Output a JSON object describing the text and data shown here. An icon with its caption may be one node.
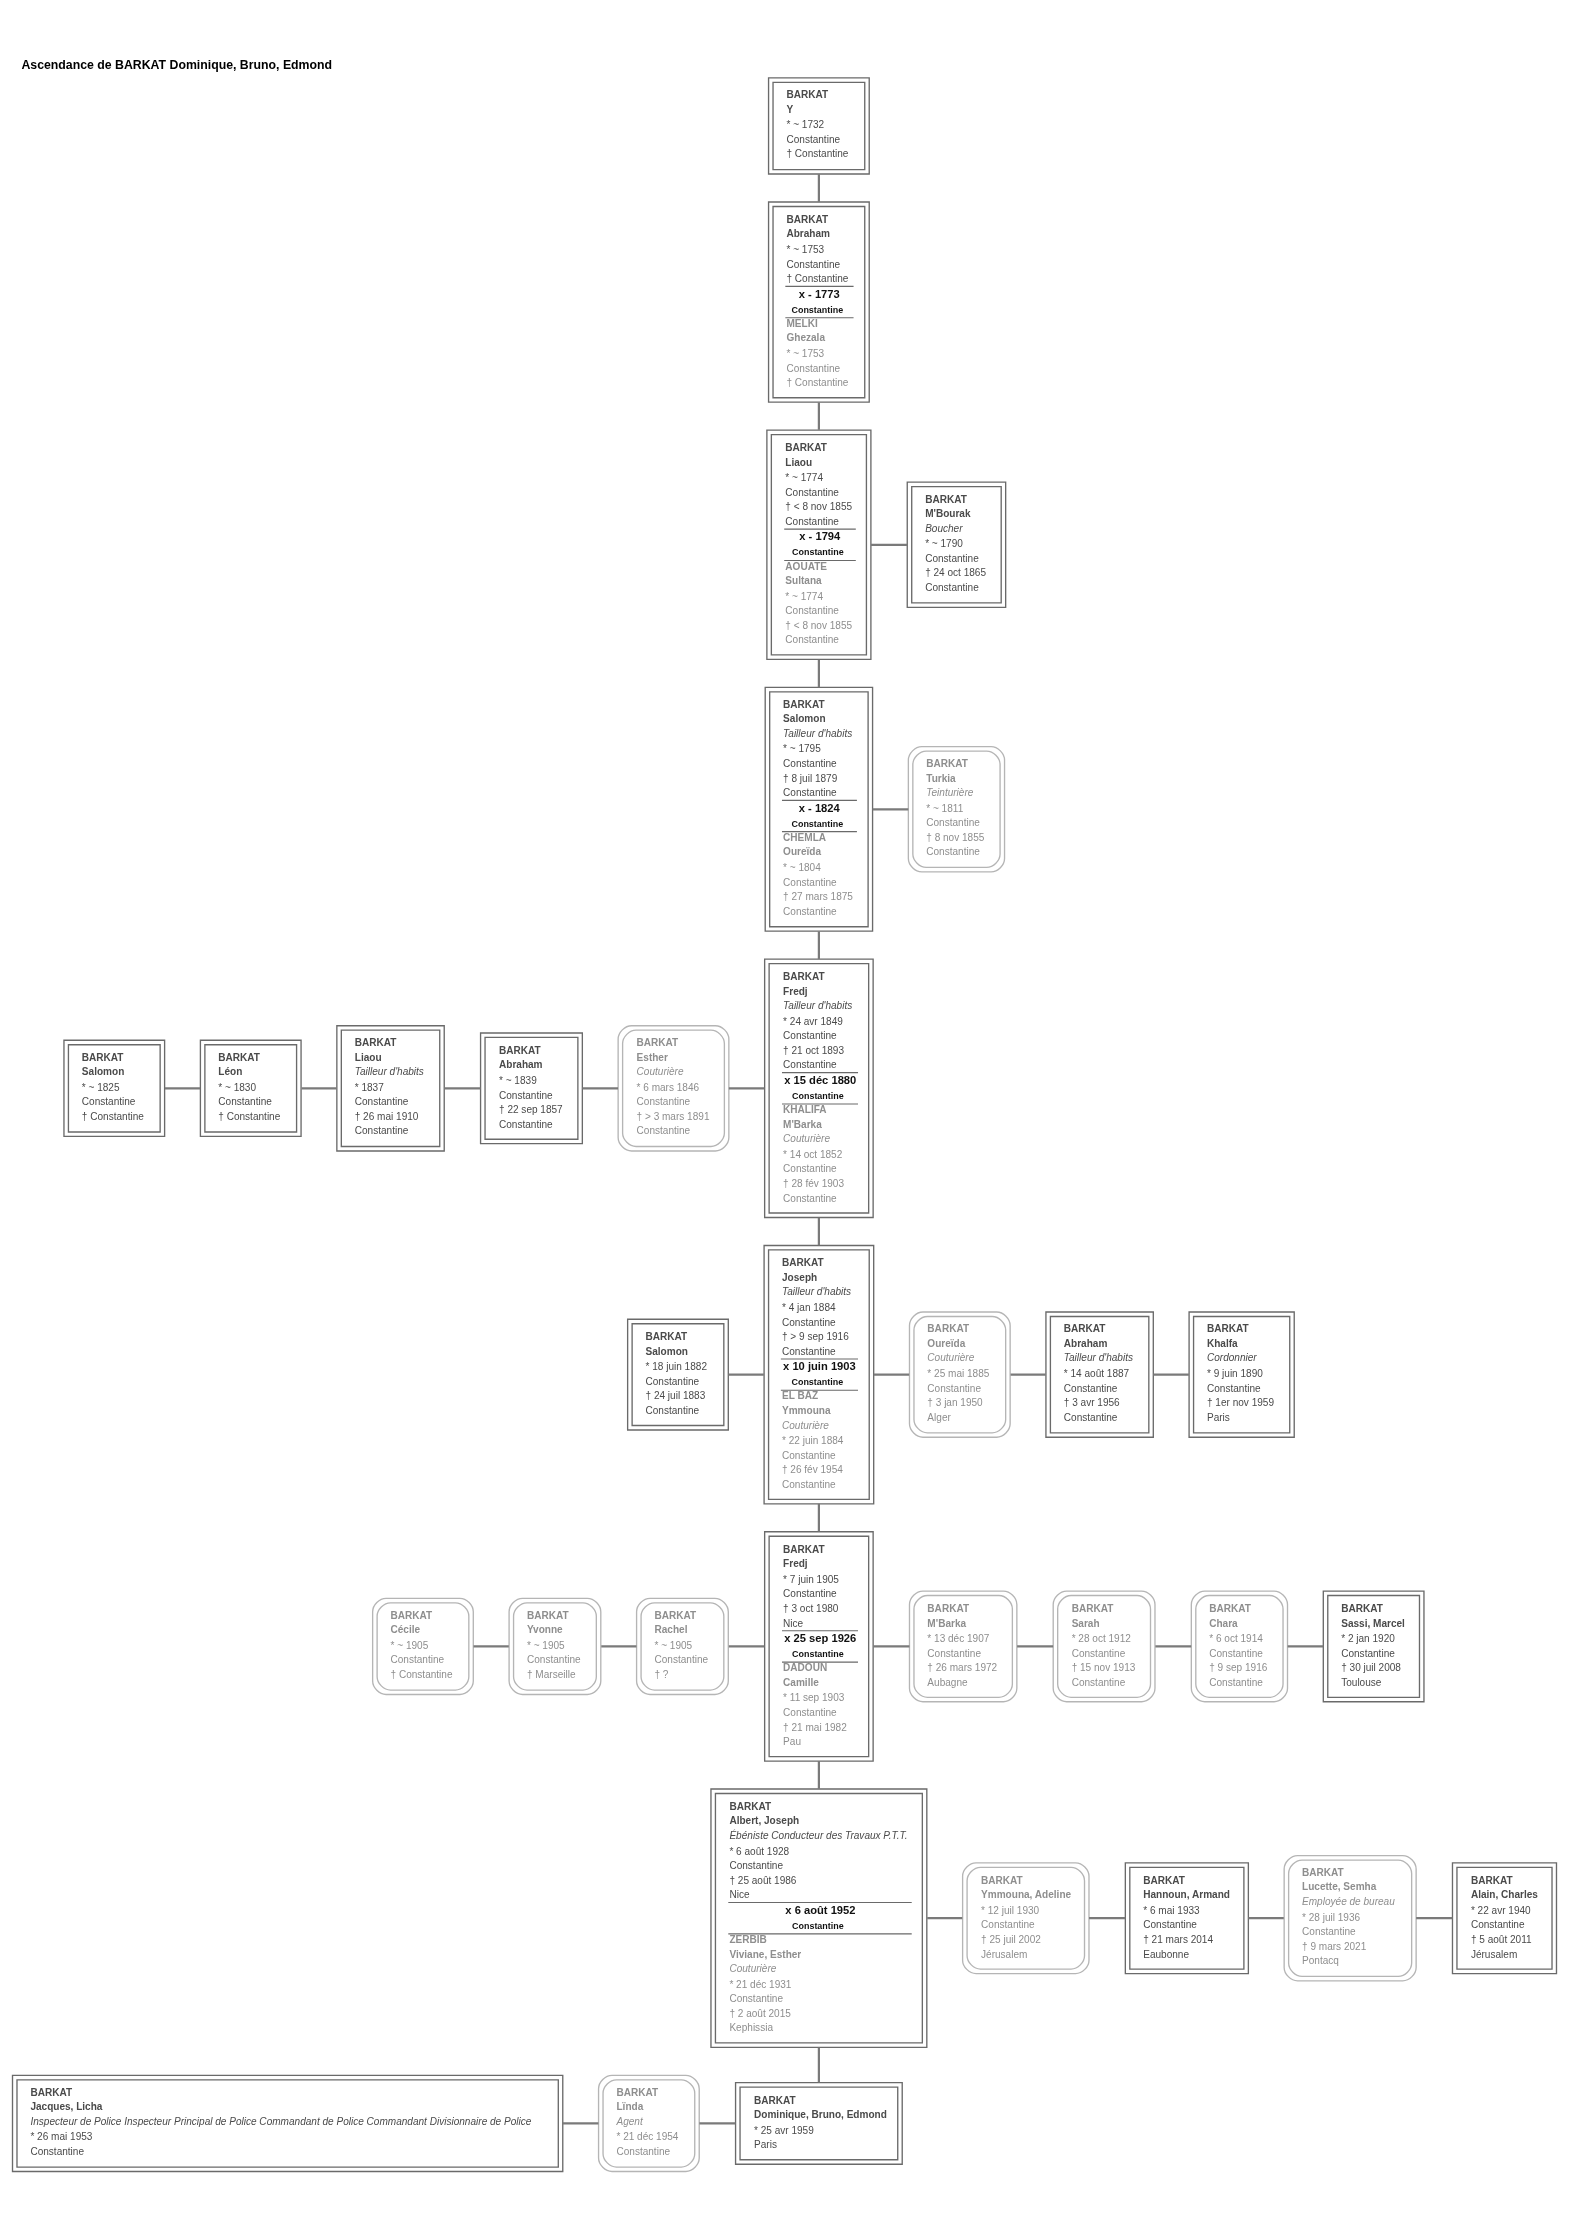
{
  "diagram": {
    "title": "Ascendance de BARKAT Dominique, Bruno, Edmond",
    "nodes": [
      {
        "text": [
          "BARKAT",
          "Y",
          "* ~ 1732",
          "Constantine",
          "† Constantine"
        ]
      },
      {
        "text": [
          "BARKAT",
          "Abraham",
          "* ~ 1753",
          "Constantine",
          "† Constantine",
          "x - 1773",
          "Constantine",
          "MELKI",
          "Ghezala",
          "* ~ 1753",
          "Constantine",
          "† Constantine"
        ]
      },
      {
        "text": [
          "BARKAT",
          "Liaou",
          "* ~ 1774",
          "Constantine",
          "† < 8 nov 1855",
          "Constantine",
          "x - 1794",
          "Constantine",
          "AOUATE",
          "Sultana",
          "* ~ 1774",
          "Constantine",
          "† < 8 nov 1855",
          "Constantine"
        ]
      },
      {
        "text": [
          "BARKAT",
          "M'Bourak",
          "Boucher",
          "* ~ 1790",
          "Constantine",
          "† 24 oct 1865",
          "Constantine"
        ]
      },
      {
        "text": [
          "BARKAT",
          "Salomon",
          "Tailleur d'habits",
          "* ~ 1795",
          "Constantine",
          "† 8 juil 1879",
          "Constantine",
          "x - 1824",
          "Constantine",
          "CHEMLA",
          "Oureïda",
          "* ~ 1804",
          "Constantine",
          "† 27 mars 1875",
          "Constantine"
        ]
      },
      {
        "text": [
          "BARKAT",
          "Turkia",
          "Teinturière",
          "* ~ 1811",
          "Constantine",
          "† 8 nov 1855",
          "Constantine"
        ]
      },
      {
        "text": [
          "BARKAT",
          "Salomon",
          "* ~ 1825",
          "Constantine",
          "† Constantine"
        ]
      },
      {
        "text": [
          "BARKAT",
          "Léon",
          "* ~ 1830",
          "Constantine",
          "† Constantine"
        ]
      },
      {
        "text": [
          "BARKAT",
          "Liaou",
          "Tailleur d'habits",
          "* 1837",
          "Constantine",
          "† 26 mai 1910",
          "Constantine"
        ]
      },
      {
        "text": [
          "BARKAT",
          "Abraham",
          "* ~ 1839",
          "Constantine",
          "† 22 sep 1857",
          "Constantine"
        ]
      },
      {
        "text": [
          "BARKAT",
          "Esther",
          "Couturière",
          "* 6 mars 1846",
          "Constantine",
          "† > 3 mars 1891",
          "Constantine"
        ]
      },
      {
        "text": [
          "BARKAT",
          "Fredj",
          "Tailleur d'habits",
          "* 24 avr 1849",
          "Constantine",
          "† 21 oct 1893",
          "Constantine",
          "x 15 déc 1880",
          "Constantine",
          "KHALIFA",
          "M'Barka",
          "Couturière",
          "* 14 oct 1852",
          "Constantine",
          "† 28 fév 1903",
          "Constantine"
        ]
      },
      {
        "text": [
          "BARKAT",
          "Salomon",
          "* 18 juin 1882",
          "Constantine",
          "† 24 juil 1883",
          "Constantine"
        ]
      },
      {
        "text": [
          "BARKAT",
          "Joseph",
          "Tailleur d'habits",
          "* 4 jan 1884",
          "Constantine",
          "† > 9 sep 1916",
          "Constantine",
          "x 10 juin 1903",
          "Constantine",
          "EL BAZ",
          "Ymmouna",
          "Couturière",
          "* 22 juin 1884",
          "Constantine",
          "† 26 fév 1954",
          "Constantine"
        ]
      },
      {
        "text": [
          "BARKAT",
          "Oureïda",
          "Couturière",
          "* 25 mai 1885",
          "Constantine",
          "† 3 jan 1950",
          "Alger"
        ]
      },
      {
        "text": [
          "BARKAT",
          "Abraham",
          "Tailleur d'habits",
          "* 14 août 1887",
          "Constantine",
          "† 3 avr 1956",
          "Constantine"
        ]
      },
      {
        "text": [
          "BARKAT",
          "Khalfa",
          "Cordonnier",
          "* 9 juin 1890",
          "Constantine",
          "† 1er nov 1959",
          "Paris"
        ]
      },
      {
        "text": [
          "BARKAT",
          "Cécile",
          "* ~ 1905",
          "Constantine",
          "† Constantine"
        ]
      },
      {
        "text": [
          "BARKAT",
          "Yvonne",
          "* ~ 1905",
          "Constantine",
          "† Marseille"
        ]
      },
      {
        "text": [
          "BARKAT",
          "Rachel",
          "* ~ 1905",
          "Constantine",
          "† ?"
        ]
      },
      {
        "text": [
          "BARKAT",
          "Fredj",
          "* 7 juin 1905",
          "Constantine",
          "† 3 oct 1980",
          "Nice",
          "x 25 sep 1926",
          "Constantine",
          "DADOUN",
          "Camille",
          "* 11 sep 1903",
          "Constantine",
          "† 21 mai 1982",
          "Pau"
        ]
      },
      {
        "text": [
          "BARKAT",
          "M'Barka",
          "* 13 déc 1907",
          "Constantine",
          "† 26 mars 1972",
          "Aubagne"
        ]
      },
      {
        "text": [
          "BARKAT",
          "Sarah",
          "* 28 oct 1912",
          "Constantine",
          "† 15 nov 1913",
          "Constantine"
        ]
      },
      {
        "text": [
          "BARKAT",
          "Chara",
          "* 6 oct 1914",
          "Constantine",
          "† 9 sep 1916",
          "Constantine"
        ]
      },
      {
        "text": [
          "BARKAT",
          "Sassi, Marcel",
          "* 2 jan 1920",
          "Constantine",
          "† 30 juil 2008",
          "Toulouse"
        ]
      },
      {
        "text": [
          "BARKAT",
          "Albert, Joseph",
          "Ébéniste Conducteur des Travaux P.T.T.",
          "* 6 août 1928",
          "Constantine",
          "† 25 août 1986",
          "Nice",
          "x 6 août 1952",
          "Constantine",
          "ZERBIB",
          "Viviane, Esther",
          "Couturière",
          "* 21 déc 1931",
          "Constantine",
          "† 2 août 2015",
          "Kephissia"
        ]
      },
      {
        "text": [
          "BARKAT",
          "Ymmouna, Adeline",
          "* 12 juil 1930",
          "Constantine",
          "† 25 juil 2002",
          "Jérusalem"
        ]
      },
      {
        "text": [
          "BARKAT",
          "Hannoun, Armand",
          "* 6 mai 1933",
          "Constantine",
          "† 21 mars 2014",
          "Eaubonne"
        ]
      },
      {
        "text": [
          "BARKAT",
          "Lucette, Semha",
          "Employée de bureau",
          "* 28 juil 1936",
          "Constantine",
          "† 9 mars 2021",
          "Pontacq"
        ]
      },
      {
        "text": [
          "BARKAT",
          "Alain, Charles",
          "* 22 avr 1940",
          "Constantine",
          "† 5 août 2011",
          "Jérusalem"
        ]
      },
      {
        "text": [
          "BARKAT",
          "Jacques, Licha",
          "Inspecteur de Police Inspecteur Principal de Police Commandant de Police Commandant Divisionnaire de Police",
          "* 26 mai 1953",
          "Constantine"
        ]
      },
      {
        "text": [
          "BARKAT",
          "Lïnda",
          "Agent",
          "* 21 déc 1954",
          "Constantine"
        ]
      },
      {
        "text": [
          "BARKAT",
          "Dominique, Bruno, Edmond",
          "* 25 avr 1959",
          "Paris"
        ]
      }
    ],
    "edges": [
      {
        "from": 0,
        "to": 1,
        "arrow": "none"
      },
      {
        "from": 1,
        "to": 2,
        "arrow": "none"
      },
      {
        "from": 2,
        "to": 3,
        "arrow": "none"
      },
      {
        "from": 2,
        "to": 4,
        "arrow": "none"
      },
      {
        "from": 4,
        "to": 5,
        "arrow": "none"
      },
      {
        "from": 4,
        "to": 11,
        "arrow": "none"
      },
      {
        "from": 6,
        "to": 7,
        "arrow": "none"
      },
      {
        "from": 7,
        "to": 8,
        "arrow": "none"
      },
      {
        "from": 8,
        "to": 9,
        "arrow": "none"
      },
      {
        "from": 9,
        "to": 10,
        "arrow": "none"
      },
      {
        "from": 10,
        "to": 11,
        "arrow": "none"
      },
      {
        "from": 11,
        "to": 13,
        "arrow": "none"
      },
      {
        "from": 12,
        "to": 13,
        "arrow": "none"
      },
      {
        "from": 13,
        "to": 14,
        "arrow": "none"
      },
      {
        "from": 14,
        "to": 15,
        "arrow": "none"
      },
      {
        "from": 15,
        "to": 16,
        "arrow": "none"
      },
      {
        "from": 13,
        "to": 20,
        "arrow": "none"
      },
      {
        "from": 17,
        "to": 18,
        "arrow": "none"
      },
      {
        "from": 18,
        "to": 19,
        "arrow": "none"
      },
      {
        "from": 19,
        "to": 20,
        "arrow": "none"
      },
      {
        "from": 20,
        "to": 21,
        "arrow": "none"
      },
      {
        "from": 21,
        "to": 22,
        "arrow": "none"
      },
      {
        "from": 22,
        "to": 23,
        "arrow": "none"
      },
      {
        "from": 23,
        "to": 24,
        "arrow": "none"
      },
      {
        "from": 20,
        "to": 25,
        "arrow": "none"
      },
      {
        "from": 25,
        "to": 26,
        "arrow": "none"
      },
      {
        "from": 26,
        "to": 27,
        "arrow": "none"
      },
      {
        "from": 27,
        "to": 28,
        "arrow": "none"
      },
      {
        "from": 28,
        "to": 29,
        "arrow": "none"
      },
      {
        "from": 25,
        "to": 32,
        "arrow": "none"
      },
      {
        "from": 30,
        "to": 31,
        "arrow": "none"
      },
      {
        "from": 31,
        "to": 32,
        "arrow": "none"
      }
    ]
  }
}
